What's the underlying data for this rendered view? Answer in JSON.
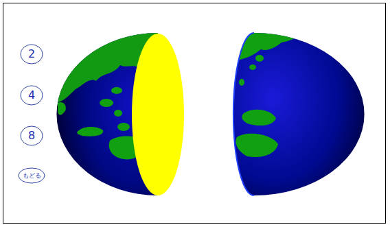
{
  "diagram": {
    "nodes": [
      {
        "text": [
          "2"
        ]
      },
      {
        "text": [
          "4"
        ]
      },
      {
        "text": [
          "8"
        ]
      },
      {
        "text": [
          "もどる"
        ]
      }
    ]
  }
}
